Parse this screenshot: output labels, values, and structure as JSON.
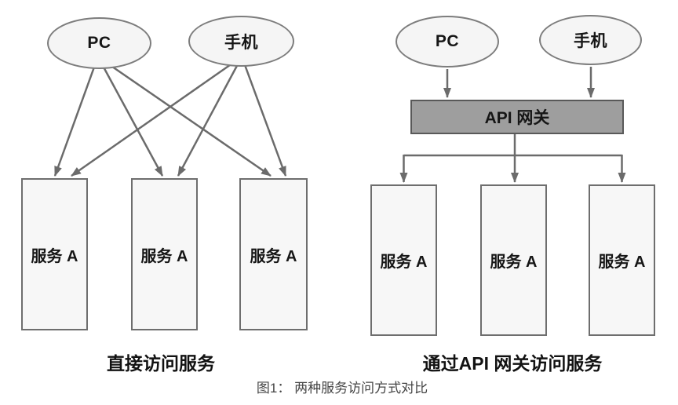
{
  "figure": {
    "caption": "图1： 两种服务访问方式对比"
  },
  "left_panel": {
    "title": "直接访问服务",
    "clients": [
      {
        "label": "PC"
      },
      {
        "label": "手机"
      }
    ],
    "services": [
      {
        "label": "服务 A"
      },
      {
        "label": "服务 A"
      },
      {
        "label": "服务 A"
      }
    ]
  },
  "right_panel": {
    "title": "通过API 网关访问服务",
    "clients": [
      {
        "label": "PC"
      },
      {
        "label": "手机"
      }
    ],
    "gateway": {
      "label": "API 网关"
    },
    "services": [
      {
        "label": "服务 A"
      },
      {
        "label": "服务 A"
      },
      {
        "label": "服务 A"
      }
    ]
  },
  "colors": {
    "node_fill": "#f5f5f5",
    "node_border": "#7d7d7d",
    "gateway_fill": "#9e9e9e",
    "arrow": "#6b6b6b",
    "caption_text": "#454545"
  }
}
